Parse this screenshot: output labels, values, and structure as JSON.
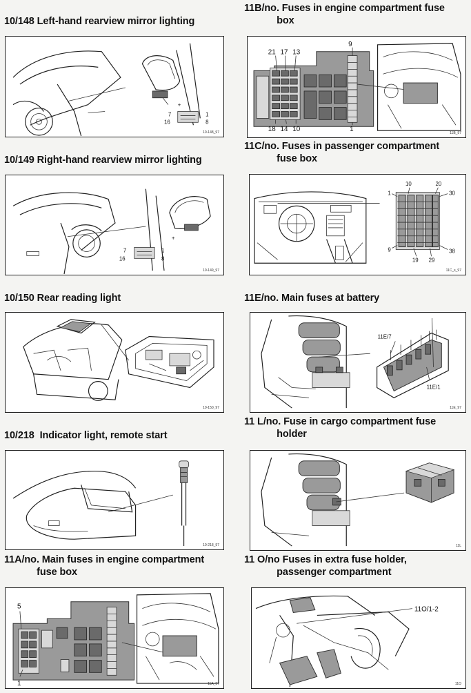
{
  "sections": [
    {
      "title": "10/148 Left-hand rearview mirror lighting",
      "code": "10-148_97",
      "labels": [
        "7",
        "1",
        "16",
        "8"
      ]
    },
    {
      "title": "10/149 Right-hand rearview mirror lighting",
      "code": "10-149_97",
      "labels": [
        "7",
        "1",
        "16",
        "8"
      ]
    },
    {
      "title": "10/150 Rear reading light",
      "code": "10-150_97",
      "labels": []
    },
    {
      "title": "10/218  Indicator light, remote start",
      "code": "10-218_97",
      "labels": []
    },
    {
      "title": "11A/no. Main fuses in engine compartment\n            fuse box",
      "code": "11A_97",
      "labels": [
        "5",
        "1"
      ]
    },
    {
      "title": "11B/no. Fuses in engine compartment fuse\n            box",
      "code": "11B_97",
      "labels": [
        "9",
        "21",
        "17",
        "13",
        "18",
        "14",
        "10",
        "1"
      ]
    },
    {
      "title": "11C/no. Fuses in passenger compartment\n            fuse box",
      "code": "11C_s_97",
      "labels": [
        "10",
        "20",
        "1",
        "30",
        "9",
        "19",
        "29",
        "38"
      ]
    },
    {
      "title": "11E/no. Main fuses at battery",
      "code": "11E_97",
      "labels": [
        "11E/7",
        "11E/1"
      ]
    },
    {
      "title": "11 L/no. Fuse in cargo compartment fuse\n            holder",
      "code": "11L",
      "labels": []
    },
    {
      "title": "11 O/no Fuses in extra fuse holder,\n            passenger compartment",
      "code": "11O",
      "labels": [
        "11O/1-2"
      ]
    }
  ]
}
